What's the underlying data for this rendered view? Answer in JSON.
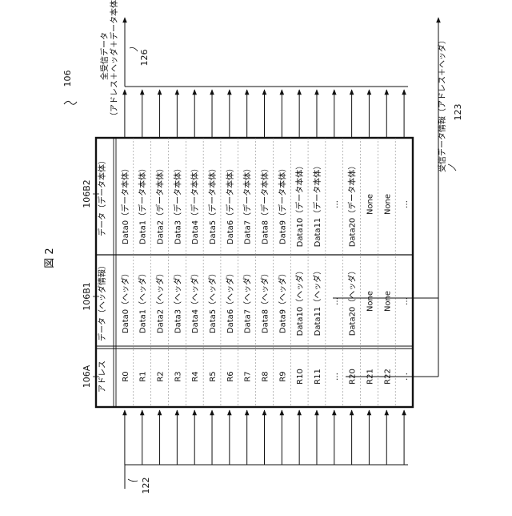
{
  "figure_label": "図 2",
  "refs": {
    "block": "106",
    "col_a": "106A",
    "col_b1": "106B1",
    "col_b2": "106B2",
    "input": "122",
    "output_right": "123",
    "output_top": "126"
  },
  "headers": {
    "address": "アドレス",
    "header": "データ（ヘッダ情報）",
    "body": "データ（データ本体）"
  },
  "labels": {
    "top_output_line1": "全受信データ",
    "top_output_line2": "（アドレス＋ヘッダ＋データ本体）",
    "right_output_line1": "受信データ情報（アドレス＋ヘッダ）"
  },
  "rows": [
    {
      "address": "R0",
      "header": "Data0（ヘッダ）",
      "body": "Data0（データ本体）"
    },
    {
      "address": "R1",
      "header": "Data1（ヘッダ）",
      "body": "Data1（データ本体）"
    },
    {
      "address": "R2",
      "header": "Data2（ヘッダ）",
      "body": "Data2（データ本体）"
    },
    {
      "address": "R3",
      "header": "Data3（ヘッダ）",
      "body": "Data3（データ本体）"
    },
    {
      "address": "R4",
      "header": "Data4（ヘッダ）",
      "body": "Data4（データ本体）"
    },
    {
      "address": "R5",
      "header": "Data5（ヘッダ）",
      "body": "Data5（データ本体）"
    },
    {
      "address": "R6",
      "header": "Data6（ヘッダ）",
      "body": "Data6（データ本体）"
    },
    {
      "address": "R7",
      "header": "Data7（ヘッダ）",
      "body": "Data7（データ本体）"
    },
    {
      "address": "R8",
      "header": "Data8（ヘッダ）",
      "body": "Data8（データ本体）"
    },
    {
      "address": "R9",
      "header": "Data9（ヘッダ）",
      "body": "Data9（データ本体）"
    },
    {
      "address": "R10",
      "header": "Data10（ヘッダ）",
      "body": "Data10（データ本体）"
    },
    {
      "address": "R11",
      "header": "Data11（ヘッダ）",
      "body": "Data11（データ本体）"
    },
    {
      "address": "…",
      "header": "…",
      "body": "…"
    },
    {
      "address": "R20",
      "header": "Data20（ヘッダ）",
      "body": "Data20（データ本体）"
    },
    {
      "address": "R21",
      "header": "None",
      "body": "None"
    },
    {
      "address": "R22",
      "header": "None",
      "body": "None"
    },
    {
      "address": "…",
      "header": "…",
      "body": "…"
    }
  ]
}
